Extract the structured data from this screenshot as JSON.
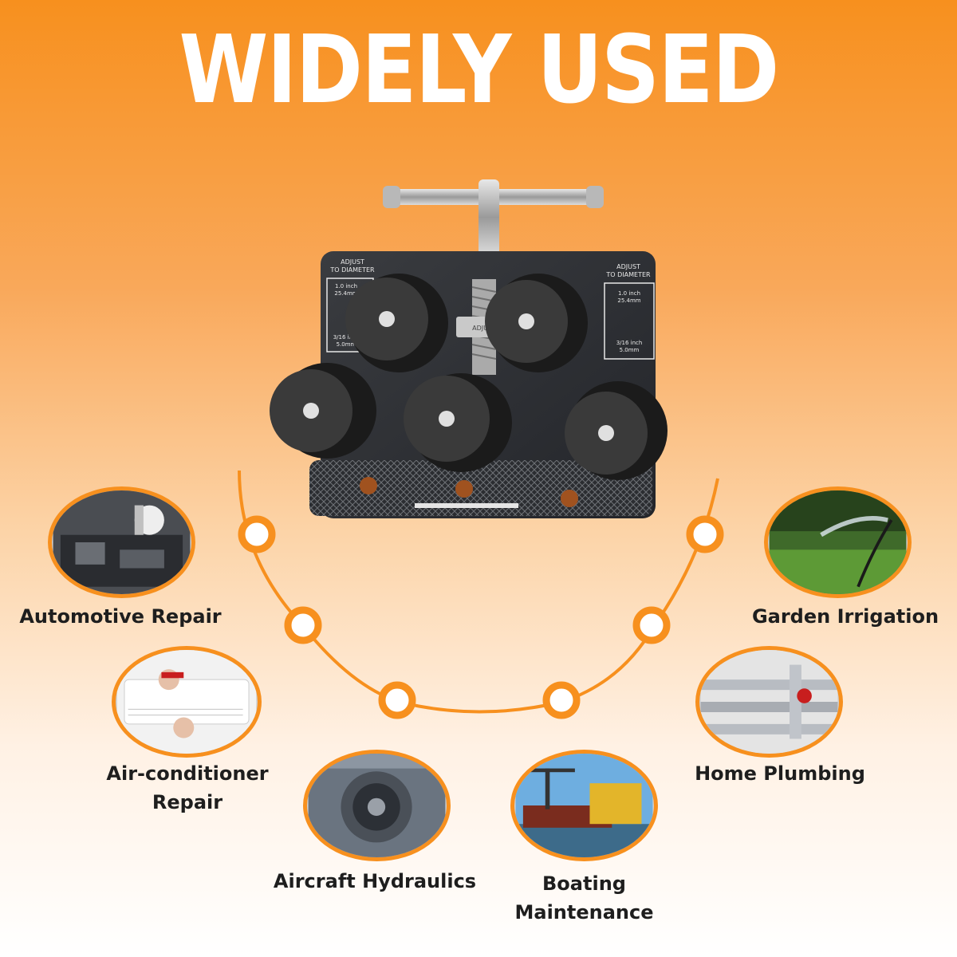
{
  "headline": "WIDELY USED",
  "tool": {
    "plate_left": {
      "title_line1": "ADJUST",
      "title_line2": "TO DIAMETER",
      "max_inch": "1.0 inch",
      "max_mm": "25.4mm",
      "min_inch": "3/16 inch",
      "min_mm": "5.0mm"
    },
    "plate_right": {
      "title_line1": "ADJUST",
      "title_line2": "TO DIAMETER",
      "max_inch": "1.0 inch",
      "max_mm": "25.4mm",
      "min_inch": "3/16 inch",
      "min_mm": "5.0mm"
    },
    "adjust_label": "ADJUST"
  },
  "use_cases": {
    "automotive": {
      "label": "Automotive Repair",
      "icon": "car-engine-photo"
    },
    "air_conditioner": {
      "label_line1": "Air-conditioner",
      "label_line2": "Repair",
      "icon": "air-conditioner-photo"
    },
    "aircraft": {
      "label": "Aircraft Hydraulics",
      "icon": "jet-engine-photo"
    },
    "boating": {
      "label_line1": "Boating",
      "label_line2": "Maintenance",
      "icon": "shipyard-photo"
    },
    "plumbing": {
      "label": "Home Plumbing",
      "icon": "pipes-photo"
    },
    "garden": {
      "label": "Garden Irrigation",
      "icon": "garden-hose-photo"
    }
  },
  "colors": {
    "accent": "#f7901e",
    "text": "#1e1e1e",
    "headline": "#ffffff"
  }
}
